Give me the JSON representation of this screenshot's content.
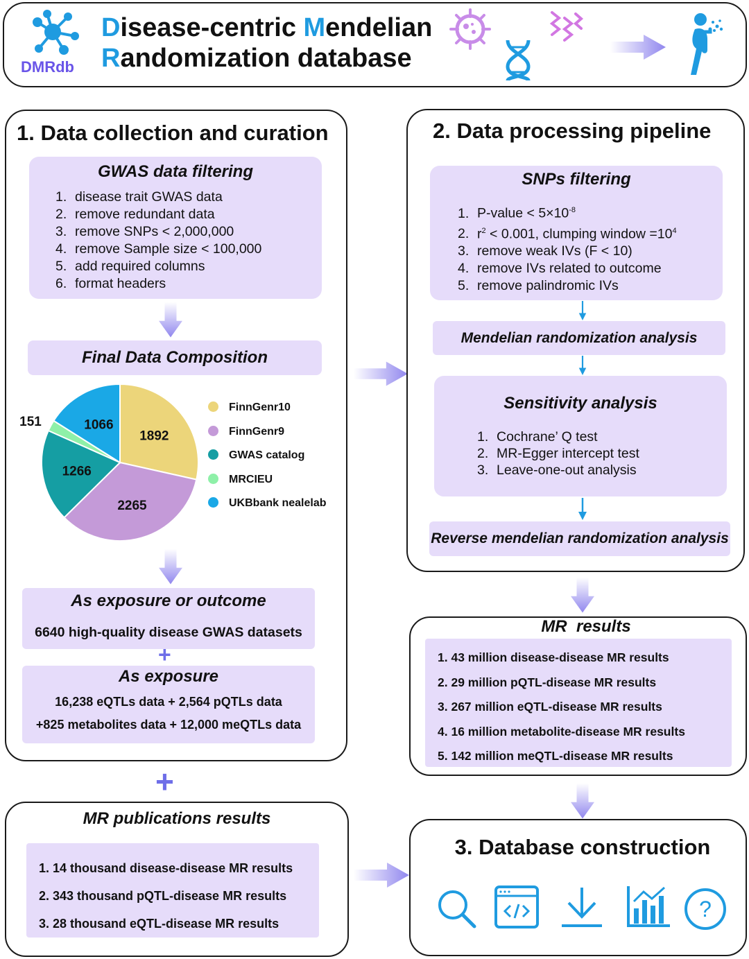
{
  "header": {
    "logo_text": "DMRdb",
    "title_line1_initial": "D",
    "title_line1_rest": "isease-centric ",
    "title_line1_initial2": "M",
    "title_line1_rest2": "endelian",
    "title_line2_initial": "R",
    "title_line2_rest": "andomization database"
  },
  "section1": {
    "title": "1. Data collection and curation",
    "gwas_filtering": {
      "title": "GWAS data filtering",
      "items": [
        {
          "num": "1.",
          "text": "disease trait GWAS data"
        },
        {
          "num": "2.",
          "text": "remove redundant data"
        },
        {
          "num": "3.",
          "text": "remove SNPs < 2,000,000"
        },
        {
          "num": "4.",
          "text": "remove Sample size < 100,000"
        },
        {
          "num": "5.",
          "text": "add required columns"
        },
        {
          "num": "6.",
          "text": "format headers"
        }
      ]
    },
    "final_title": "Final Data Composition",
    "exposure_outcome": {
      "title": "As exposure or outcome",
      "text": "6640 high-quality disease GWAS datasets"
    },
    "plus": "+",
    "exposure": {
      "title": "As exposure",
      "line1": "16,238 eQTLs data + 2,564 pQTLs data",
      "line2": "+825 metabolites data + 12,000 meQTLs data"
    }
  },
  "chart_data": {
    "type": "pie",
    "title": "",
    "legend_position": "right",
    "slices": [
      {
        "label": "FinnGenr10",
        "value": 1892,
        "color": "#ecd57a"
      },
      {
        "label": "FinnGenr9",
        "value": 2265,
        "color": "#c49ad8"
      },
      {
        "label": "GWAS catalog",
        "value": 1266,
        "color": "#159ea3"
      },
      {
        "label": "MRCIEU",
        "value": 151,
        "color": "#8ef0a8"
      },
      {
        "label": "UKBbank nealelab",
        "value": 1066,
        "color": "#1aa8e6"
      }
    ]
  },
  "section2": {
    "title": "2. Data processing pipeline",
    "snps": {
      "title": "SNPs filtering",
      "item1_text": "P-value < 5×10",
      "item1_sup": "-8",
      "item2_r": "r",
      "item2_r_sup": "2",
      "item2_text": " < 0.001, clumping window =10",
      "item2_sup": "4",
      "item3": "remove weak IVs (F < 10)",
      "item4": "remove IVs related to outcome",
      "item5": "remove palindromic IVs",
      "nums": [
        "1.",
        "2.",
        "3.",
        "4.",
        "5."
      ]
    },
    "mr_analysis": "Mendelian randomization analysis",
    "sensitivity": {
      "title": "Sensitivity analysis",
      "items": [
        {
          "num": "1.",
          "text": "Cochrane’ Q test"
        },
        {
          "num": "2.",
          "text": "MR-Egger intercept test"
        },
        {
          "num": "3.",
          "text": "Leave-one-out analysis"
        }
      ]
    },
    "reverse": "Reverse mendelian randomization analysis"
  },
  "mr_results": {
    "title": "MR  results",
    "items": [
      "1. 43 million disease-disease MR results",
      "2. 29 million pQTL-disease MR results",
      "3. 267 million eQTL-disease MR results",
      "4. 16 million metabolite-disease MR results",
      "5. 142 million meQTL-disease MR results"
    ]
  },
  "middle_plus": "+",
  "mr_publications": {
    "title": "MR publications results",
    "items": [
      "1. 14 thousand disease-disease MR results",
      "2. 343 thousand  pQTL-disease MR results",
      "3. 28 thousand  eQTL-disease MR results"
    ]
  },
  "section3": {
    "title": "3. Database construction",
    "icons": [
      "search-icon",
      "code-window-icon",
      "download-icon",
      "bar-chart-icon",
      "help-icon"
    ]
  },
  "colors": {
    "lavender": "#e6dcfa",
    "blue": "#1f9be0",
    "purple": "#6a55e8",
    "arrow": "#9b8ff0",
    "plus": "#6e6ee8"
  }
}
